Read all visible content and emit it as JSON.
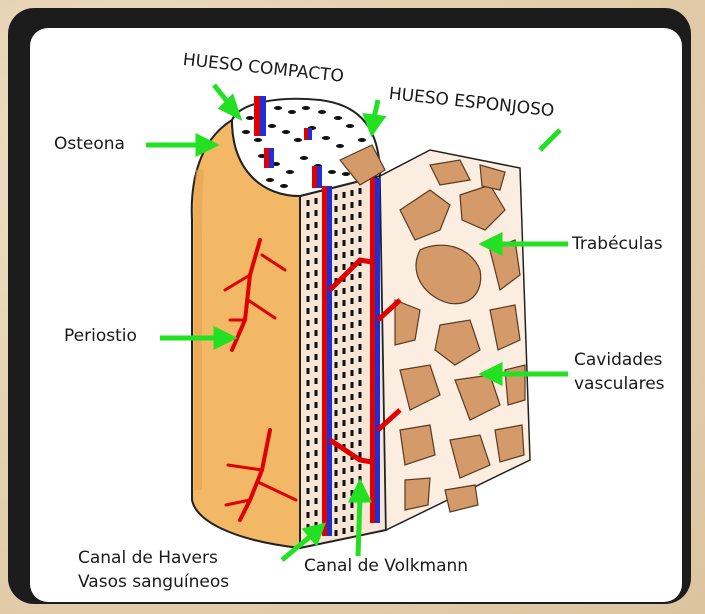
{
  "labels": {
    "hueso_compacto": "HUESO COMPACTO",
    "hueso_esponjoso": "HUESO ESPONJOSO",
    "osteona": "Osteona",
    "trabeculas": "Trabéculas",
    "periostio": "Periostio",
    "cavidades_1": "Cavidades",
    "cavidades_2": "vasculares",
    "canal_havers": "Canal de Havers",
    "vasos": "Vasos sanguíneos",
    "canal_volkmann": "Canal de Volkmann"
  },
  "colors": {
    "arrow": "#22e022",
    "periosteum": "#f2b866",
    "spongy": "#d49a6a",
    "vessel_red": "#e00000",
    "vessel_blue": "#1f2fd8",
    "compact": "#f7e6d6"
  }
}
